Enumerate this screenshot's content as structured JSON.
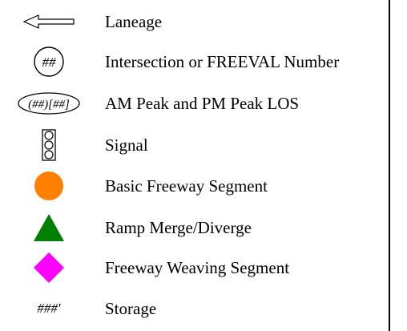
{
  "legend": {
    "items": [
      {
        "label": "Laneage",
        "icon": "left-arrow-icon"
      },
      {
        "label": "Intersection or FREEVAL Number",
        "icon": "circle-number-icon",
        "symbol_text": "##"
      },
      {
        "label": "AM Peak and PM Peak LOS",
        "icon": "ellipse-los-icon",
        "symbol_text": "(##)[##]"
      },
      {
        "label": "Signal",
        "icon": "traffic-signal-icon"
      },
      {
        "label": "Basic Freeway Segment",
        "icon": "orange-circle-icon",
        "color": "#ff8000"
      },
      {
        "label": "Ramp Merge/Diverge",
        "icon": "green-triangle-icon",
        "color": "#008000"
      },
      {
        "label": "Freeway Weaving Segment",
        "icon": "magenta-diamond-icon",
        "color": "#ff00ff"
      },
      {
        "label": "Storage",
        "icon": "storage-text-icon",
        "symbol_text": "###'"
      }
    ]
  }
}
